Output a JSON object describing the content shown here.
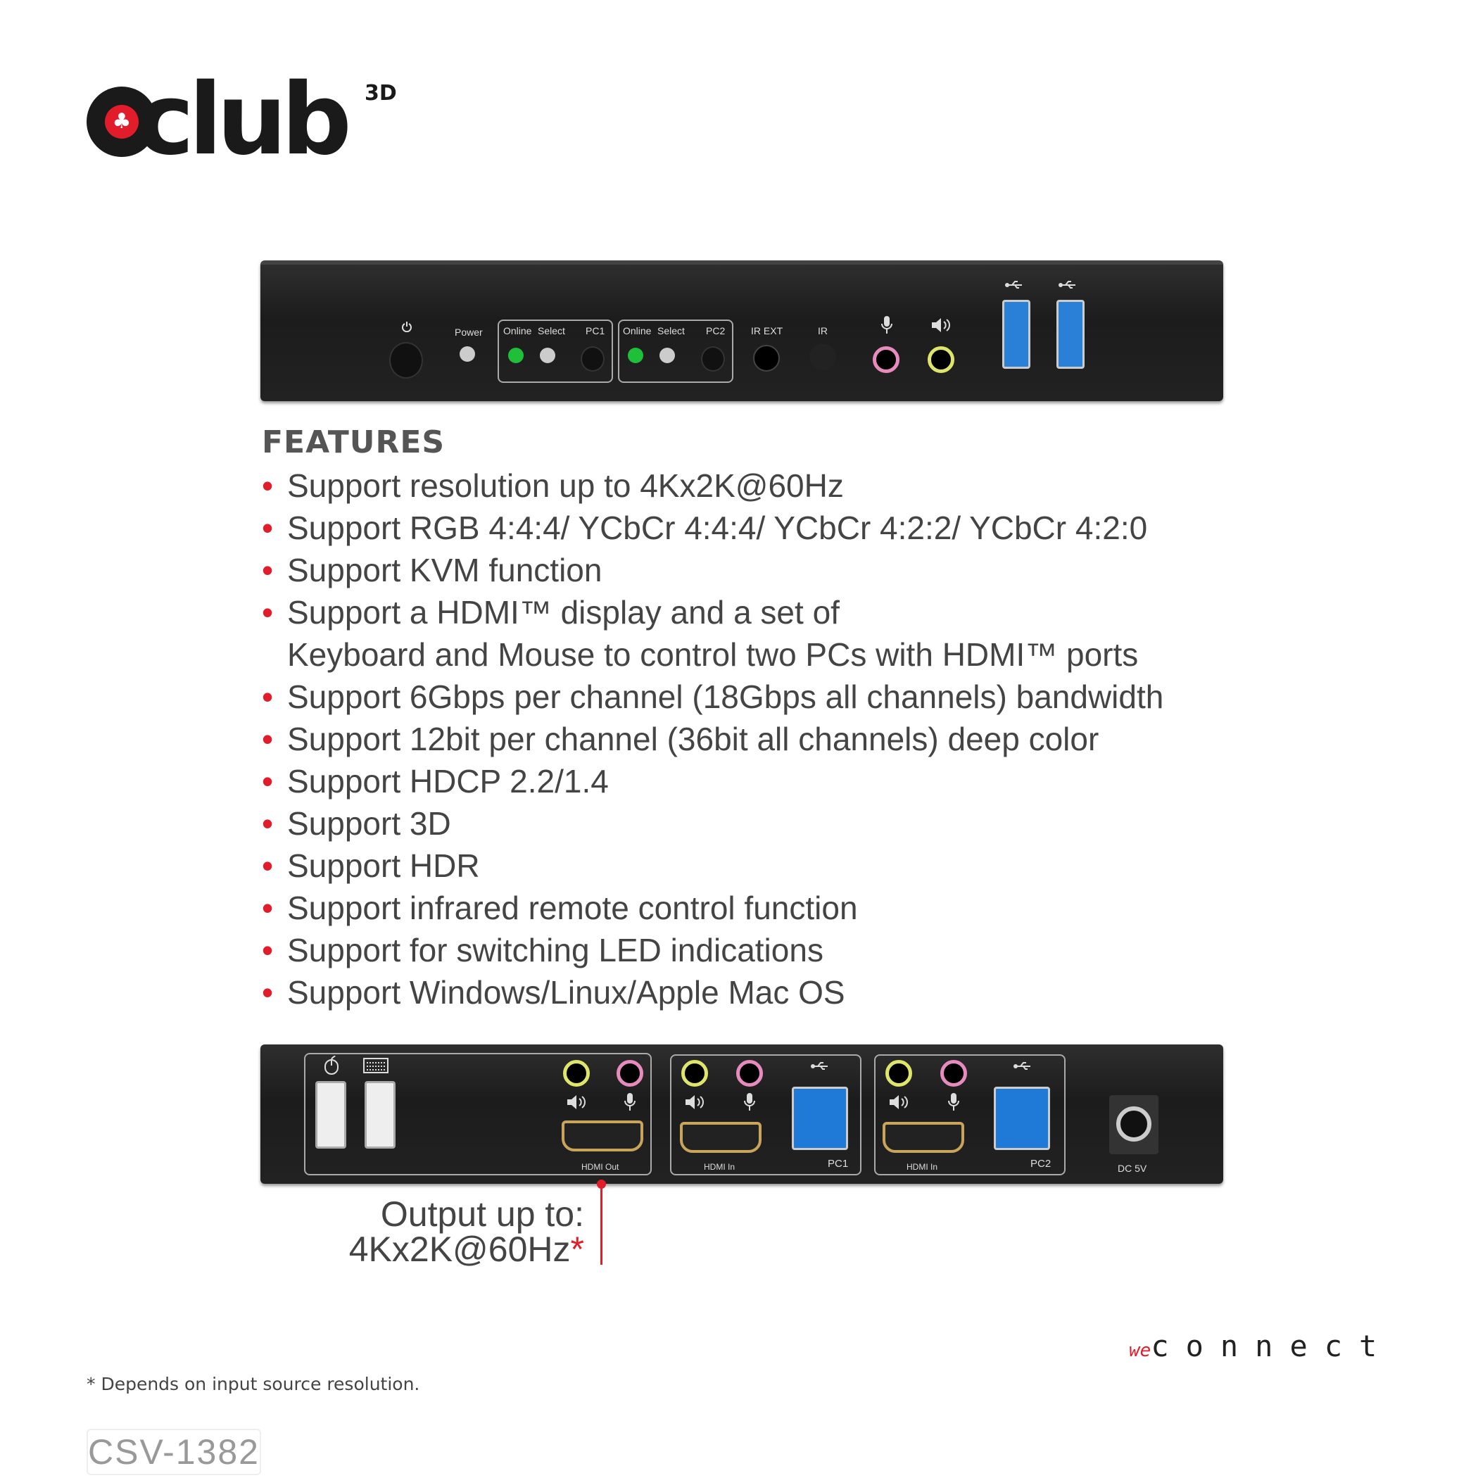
{
  "brand": {
    "logo_text": "club",
    "logo_sup": "3D"
  },
  "front_panel": {
    "power_button_icon": "power-icon",
    "labels": {
      "power": "Power",
      "online": "Online",
      "select": "Select",
      "pc1": "PC1",
      "pc2": "PC2",
      "ir_ext": "IR EXT",
      "ir": "IR"
    },
    "icons": [
      "microphone-icon",
      "speaker-icon",
      "usb-icon"
    ]
  },
  "features": {
    "heading": "FEATURES",
    "items": [
      "Support resolution up to 4Kx2K@60Hz",
      "Support RGB 4:4:4/ YCbCr 4:4:4/ YCbCr 4:2:2/ YCbCr 4:2:0",
      "Support KVM function",
      "Support a HDMI™ display and a set of",
      "Keyboard and Mouse to control two PCs with HDMI™ ports",
      "Support 6Gbps per channel (18Gbps all channels) bandwidth",
      "Support 12bit per channel (36bit all channels) deep color",
      "Support HDCP 2.2/1.4",
      "Support 3D",
      "Support HDR",
      "Support infrared remote control function",
      "Support for switching LED indications",
      "Support Windows/Linux/Apple Mac OS"
    ]
  },
  "back_panel": {
    "labels": {
      "hdmi_out": "HDMI Out",
      "hdmi_in": "HDMI In",
      "pc1": "PC1",
      "pc2": "PC2",
      "dc": "DC 5V"
    },
    "icons": [
      "mouse-icon",
      "keyboard-icon",
      "speaker-icon",
      "microphone-icon",
      "usb-icon"
    ]
  },
  "callout": {
    "line1": "Output up to:",
    "line2": "4Kx2K@60Hz",
    "star": "*"
  },
  "partner": {
    "we": "we",
    "connect": "connect"
  },
  "footnote": "* Depends on input source resolution.",
  "sku": "CSV-1382",
  "colors": {
    "accent": "#e11d2b",
    "led_green": "#1fbf3a"
  }
}
